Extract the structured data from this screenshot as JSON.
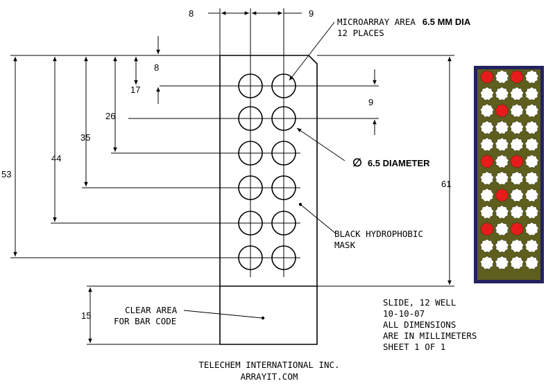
{
  "labels": {
    "microarray_line1": "MICROARRAY AREA",
    "microarray_bold": "6.5 MM DIA",
    "microarray_line2": "12 PLACES",
    "diameter_symbol": "∅",
    "diameter_text": "6.5 DIAMETER",
    "mask_line1": "BLACK HYDROPHOBIC",
    "mask_line2": "MASK",
    "clear_line1": "CLEAR AREA",
    "clear_line2": "FOR BAR CODE"
  },
  "dimensions": {
    "top_left": "8",
    "top_right": "9",
    "d8": "8",
    "d17": "17",
    "d26": "26",
    "d35": "35",
    "d44": "44",
    "d53": "53",
    "d9": "9",
    "d61": "61",
    "d15": "15"
  },
  "notes": [
    "SLIDE, 12 WELL",
    "10-10-07",
    "ALL DIMENSIONS",
    "ARE IN  MILLIMETERS",
    "SHEET 1 OF 1"
  ],
  "footer": {
    "line1": "TELECHEM INTERNATIONAL INC.",
    "line2": "ARRAYIT.COM"
  },
  "colors": {
    "slide_frame": "#23235f",
    "slide_mask": "#5e5e1f",
    "well_white": "#ffffff",
    "well_red": "#e61c1c"
  },
  "photo_pattern": [
    [
      "red",
      "white",
      "red",
      "white"
    ],
    [
      "white",
      "white",
      "white",
      "white"
    ],
    [
      "white",
      "red",
      "white",
      "white"
    ],
    [
      "white",
      "white",
      "white",
      "white"
    ],
    [
      "white",
      "white",
      "white",
      "white"
    ],
    [
      "red",
      "white",
      "red",
      "white"
    ],
    [
      "white",
      "white",
      "white",
      "white"
    ],
    [
      "white",
      "red",
      "white",
      "white"
    ],
    [
      "white",
      "white",
      "white",
      "white"
    ],
    [
      "red",
      "white",
      "red",
      "white"
    ],
    [
      "white",
      "white",
      "white",
      "white"
    ],
    [
      "white",
      "white",
      "white",
      "white"
    ]
  ]
}
